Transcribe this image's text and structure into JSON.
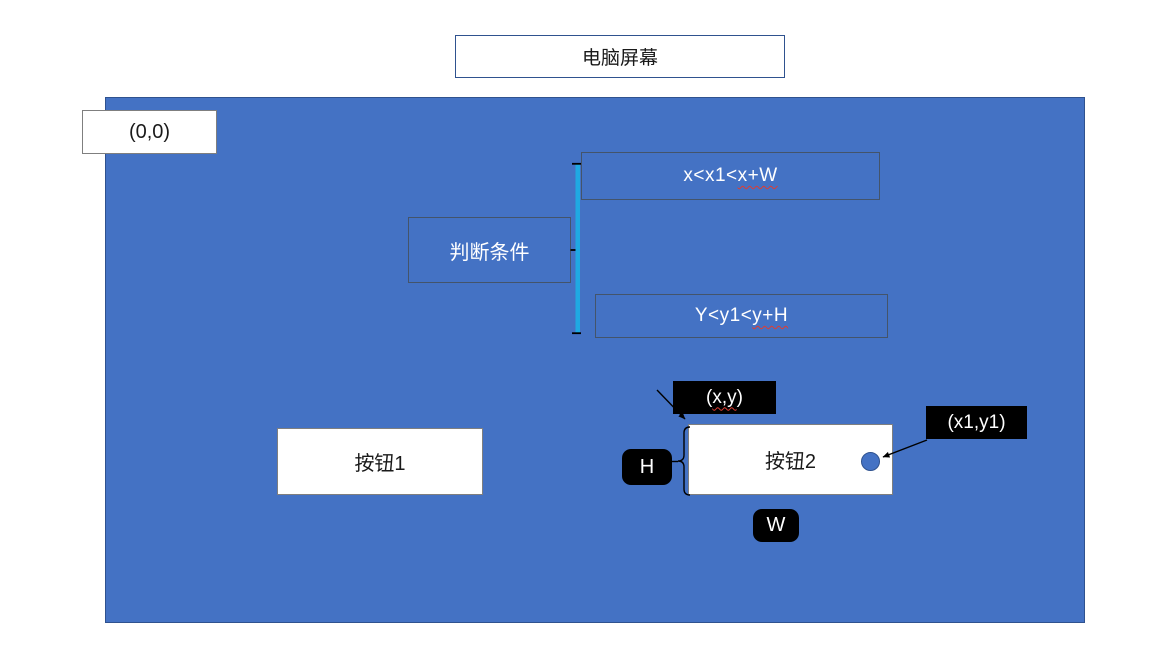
{
  "title": "电脑屏幕",
  "screen": {
    "origin_label": "(0,0)"
  },
  "decision": {
    "label": "判断条件",
    "conditions": [
      {
        "pre": "x<x1<",
        "flagged": "x+W"
      },
      {
        "pre": "Y<y1<",
        "flagged": "y+H"
      }
    ]
  },
  "buttons": [
    {
      "label": "按钮1"
    },
    {
      "label": "按钮2"
    }
  ],
  "labels": {
    "xy_pre": "(",
    "xy_flagged": "x,y",
    "xy_post": ")",
    "x1y1": "(x1,y1)",
    "height": "H",
    "width": "W"
  },
  "colors": {
    "screen_fill": "#4472C4",
    "screen_border": "#2F528F",
    "bracket": "#1FA9E2",
    "flag_underline": "#E03C31",
    "callout_bg": "#000000",
    "callout_text": "#FFFFFF"
  }
}
